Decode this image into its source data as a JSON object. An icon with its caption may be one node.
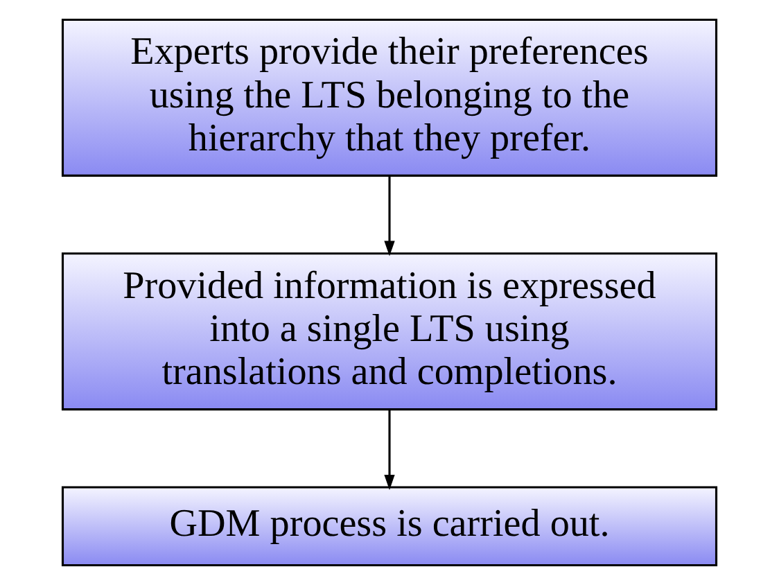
{
  "diagram": {
    "nodes": [
      {
        "text": [
          "Experts provide their preferences using the LTS belonging to the hierarchy that they prefer."
        ]
      },
      {
        "text": [
          "Provided information is expressed into a single LTS using translations and completions."
        ]
      },
      {
        "text": [
          "GDM process is carried out."
        ]
      }
    ],
    "edges": [
      {
        "from": 0,
        "to": 1,
        "arrow": "to"
      },
      {
        "from": 1,
        "to": 2,
        "arrow": "to"
      }
    ]
  }
}
